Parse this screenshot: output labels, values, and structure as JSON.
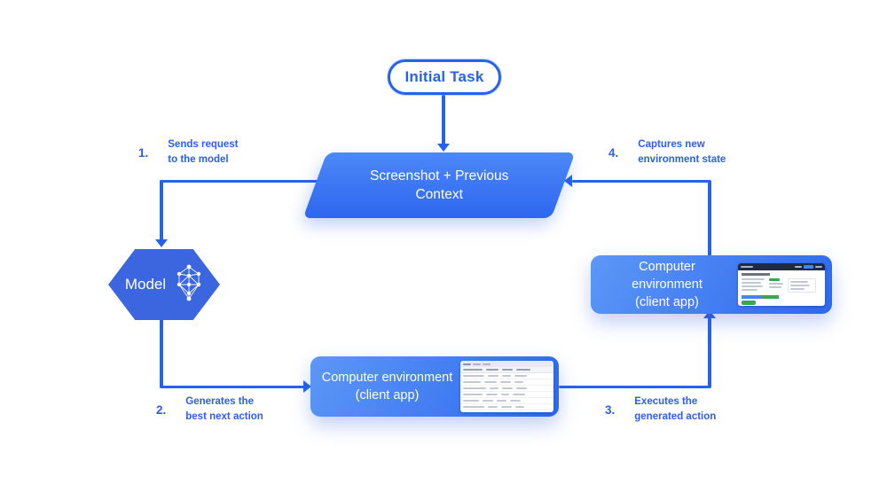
{
  "title": "Computer use agent loop diagram",
  "nodes": {
    "initial_task": {
      "label": "Initial Task"
    },
    "context": {
      "line1": "Screenshot + Previous",
      "line2": "Context"
    },
    "model": {
      "label": "Model"
    },
    "env_right": {
      "line1": "Computer environment",
      "line2": "(client app)"
    },
    "env_bottom": {
      "line1": "Computer environment",
      "line2": "(client app)"
    }
  },
  "steps": [
    {
      "num": "1.",
      "line1": "Sends request",
      "line2": "to the model"
    },
    {
      "num": "2.",
      "line1": "Generates the",
      "line2": "best next action"
    },
    {
      "num": "3.",
      "line1": "Executes the",
      "line2": "generated action"
    },
    {
      "num": "4.",
      "line1": "Captures new",
      "line2": "environment state"
    }
  ],
  "colors": {
    "accent": "#2563eb",
    "labelText": "#2b5df0",
    "hexagon": "#3c66e0",
    "paraStart": "#4c88f7",
    "paraEnd": "#2e67f0",
    "envStart": "#5d97f7",
    "envEnd": "#2c68ef"
  }
}
